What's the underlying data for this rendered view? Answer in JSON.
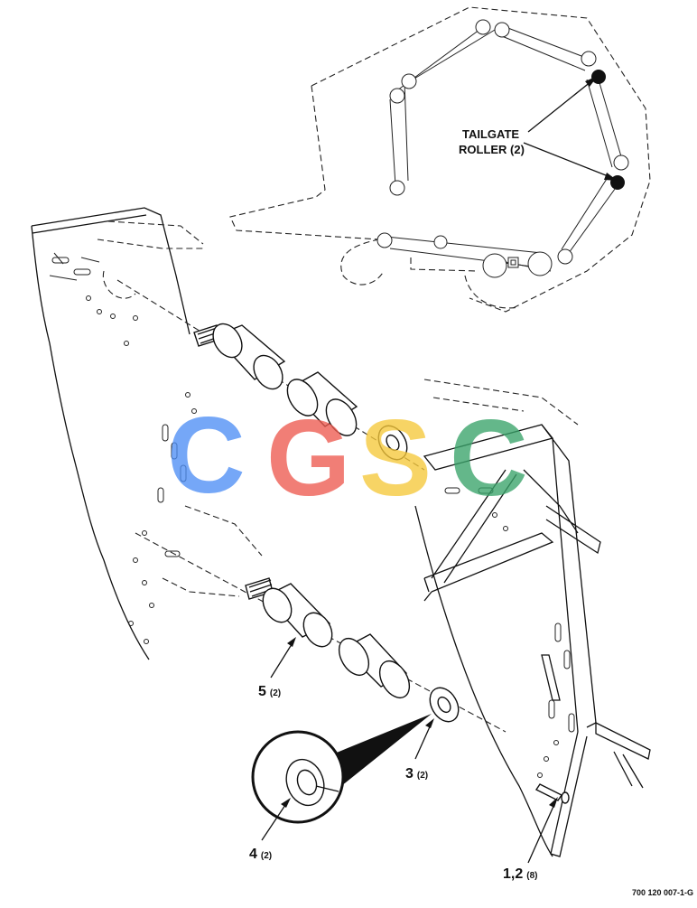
{
  "callouts": {
    "tailgate_roller": [
      "TAILGATE",
      "ROLLER (2)"
    ],
    "item5": {
      "num": "5",
      "qty": "(2)"
    },
    "item3": {
      "num": "3",
      "qty": "(2)"
    },
    "item4": {
      "num": "4",
      "qty": "(2)"
    },
    "item12": {
      "num": "1,2",
      "qty": "(8)"
    }
  },
  "figure_id": "700 120 007-1-G",
  "watermark": {
    "letters": [
      "C",
      "G",
      "S",
      "C"
    ],
    "colors": [
      "#4f8ff5",
      "#ee5b50",
      "#f6c83a",
      "#39a46a"
    ]
  },
  "colors": {
    "line": "#111111",
    "background": "#ffffff"
  }
}
